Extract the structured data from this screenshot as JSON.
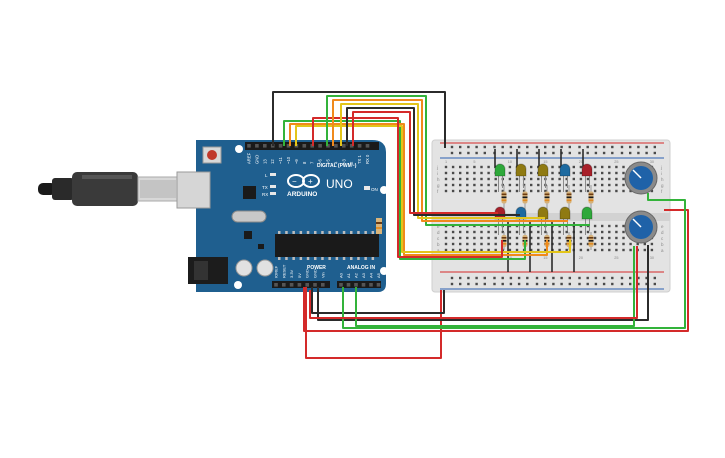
{
  "board": {
    "brand": "ARDUINO",
    "model": "UNO",
    "digital_label": "DIGITAL (PWM~)",
    "power_label": "POWER",
    "analog_label": "ANALOG IN",
    "on_label": "ON",
    "l_label": "L",
    "tx_label": "TX",
    "rx_label": "RX",
    "top_pins": [
      "AREF",
      "GND",
      "13",
      "12",
      "~11",
      "~10",
      "~9",
      "8",
      "7",
      "~6",
      "~5",
      "4",
      "~3",
      "2",
      "TX 1",
      "RX 0"
    ],
    "power_pins": [
      "IOREF",
      "RESET",
      "3.3V",
      "5V",
      "GND",
      "GND",
      "Vin"
    ],
    "analog_pins": [
      "A0",
      "A1",
      "A2",
      "A3",
      "A4",
      "A5"
    ]
  },
  "breadboard": {
    "col_numbers": [
      "1",
      "5",
      "10",
      "15",
      "20",
      "25",
      "30"
    ],
    "row_letters_top": [
      "j",
      "i",
      "h",
      "g",
      "f"
    ],
    "row_letters_bottom": [
      "e",
      "d",
      "c",
      "b",
      "a"
    ]
  },
  "colors": {
    "board_blue": "#1f5f8f",
    "breadboard": "#e3e3e3",
    "wire_black": "#2b2b2b",
    "wire_red": "#d42a2a",
    "wire_green": "#33b33a",
    "wire_orange": "#f08a1c",
    "wire_yellow": "#e3c51a"
  },
  "leds_top": [
    {
      "color": "#2ea83a"
    },
    {
      "color": "#8f7a12"
    },
    {
      "color": "#8f7a12"
    },
    {
      "color": "#1d6aa0"
    },
    {
      "color": "#a8202a"
    }
  ],
  "leds_bottom": [
    {
      "color": "#a8202a"
    },
    {
      "color": "#1d6aa0"
    },
    {
      "color": "#8f7a12"
    },
    {
      "color": "#8f7a12"
    },
    {
      "color": "#2ea83a"
    }
  ],
  "potentiometers": [
    {
      "name": "pot-top"
    },
    {
      "name": "pot-bottom"
    }
  ]
}
